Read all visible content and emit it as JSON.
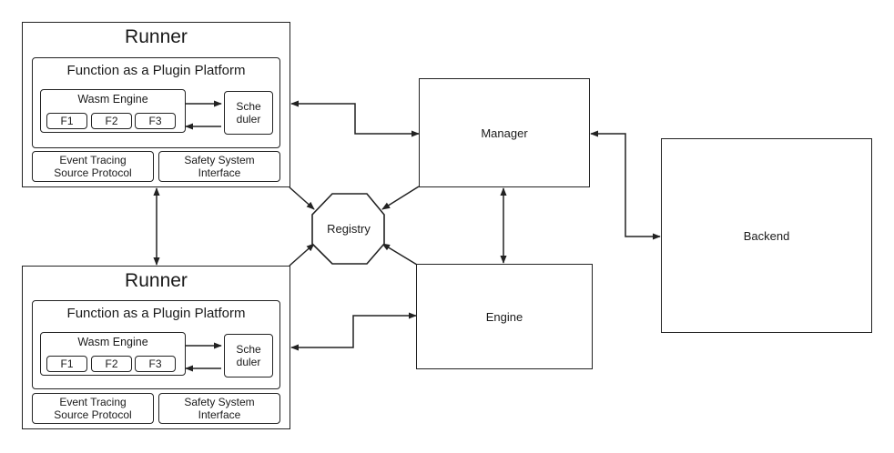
{
  "runners": [
    {
      "title": "Runner",
      "platform": "Function as a Plugin Platform",
      "engine": "Wasm Engine",
      "functions": [
        "F1",
        "F2",
        "F3"
      ],
      "scheduler": [
        "Sche",
        "duler"
      ],
      "tracing": [
        "Event Tracing",
        "Source Protocol"
      ],
      "safety": [
        "Safety System",
        "Interface"
      ]
    },
    {
      "title": "Runner",
      "platform": "Function as a Plugin Platform",
      "engine": "Wasm Engine",
      "functions": [
        "F1",
        "F2",
        "F3"
      ],
      "scheduler": [
        "Sche",
        "duler"
      ],
      "tracing": [
        "Event Tracing",
        "Source Protocol"
      ],
      "safety": [
        "Safety System",
        "Interface"
      ]
    }
  ],
  "registry": "Registry",
  "manager": "Manager",
  "engine": "Engine",
  "backend": "Backend"
}
